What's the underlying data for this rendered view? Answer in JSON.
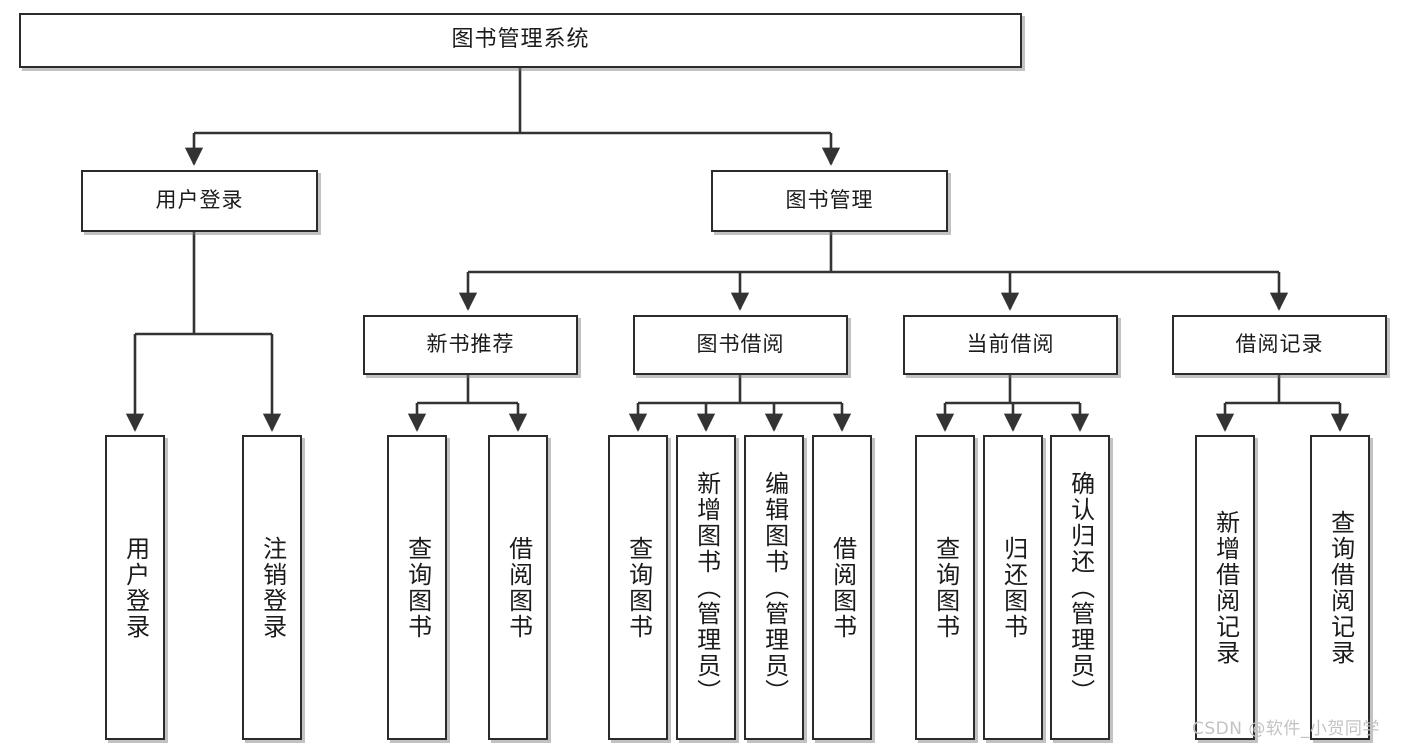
{
  "diagram": {
    "title": "图书管理系统",
    "type": "tree",
    "orientation": "top-down",
    "watermark": "CSDN @软件_小贺同学",
    "colors": {
      "box_border": "#2b2b2b",
      "box_fill": "#ffffff",
      "connector": "#333333",
      "text": "#1b1b1b",
      "watermark": "#c3c3c3"
    },
    "nodes": {
      "root": {
        "label": "图书管理系统"
      },
      "level2": [
        {
          "id": "user-login",
          "label": "用户登录"
        },
        {
          "id": "book-manage",
          "label": "图书管理"
        }
      ],
      "level3": [
        {
          "id": "new-book-rec",
          "label": "新书推荐"
        },
        {
          "id": "book-borrow",
          "label": "图书借阅"
        },
        {
          "id": "current-borrow",
          "label": "当前借阅"
        },
        {
          "id": "borrow-record",
          "label": "借阅记录"
        }
      ],
      "leaves": {
        "user-login": [
          {
            "id": "leaf-user-login",
            "label": "用户登录"
          },
          {
            "id": "leaf-logout",
            "label": "注销登录"
          }
        ],
        "new-book-rec": [
          {
            "id": "leaf-query-book-1",
            "label": "查询图书"
          },
          {
            "id": "leaf-borrow-book-1",
            "label": "借阅图书"
          }
        ],
        "book-borrow": [
          {
            "id": "leaf-query-book-2",
            "label": "查询图书"
          },
          {
            "id": "leaf-add-book",
            "label": "新增图书（管理员）"
          },
          {
            "id": "leaf-edit-book",
            "label": "编辑图书（管理员）"
          },
          {
            "id": "leaf-borrow-book-2",
            "label": "借阅图书"
          }
        ],
        "current-borrow": [
          {
            "id": "leaf-query-book-3",
            "label": "查询图书"
          },
          {
            "id": "leaf-return-book",
            "label": "归还图书"
          },
          {
            "id": "leaf-confirm-return",
            "label": "确认归还（管理员）"
          }
        ],
        "borrow-record": [
          {
            "id": "leaf-add-record",
            "label": "新增借阅记录"
          },
          {
            "id": "leaf-query-record",
            "label": "查询借阅记录"
          }
        ]
      }
    }
  }
}
